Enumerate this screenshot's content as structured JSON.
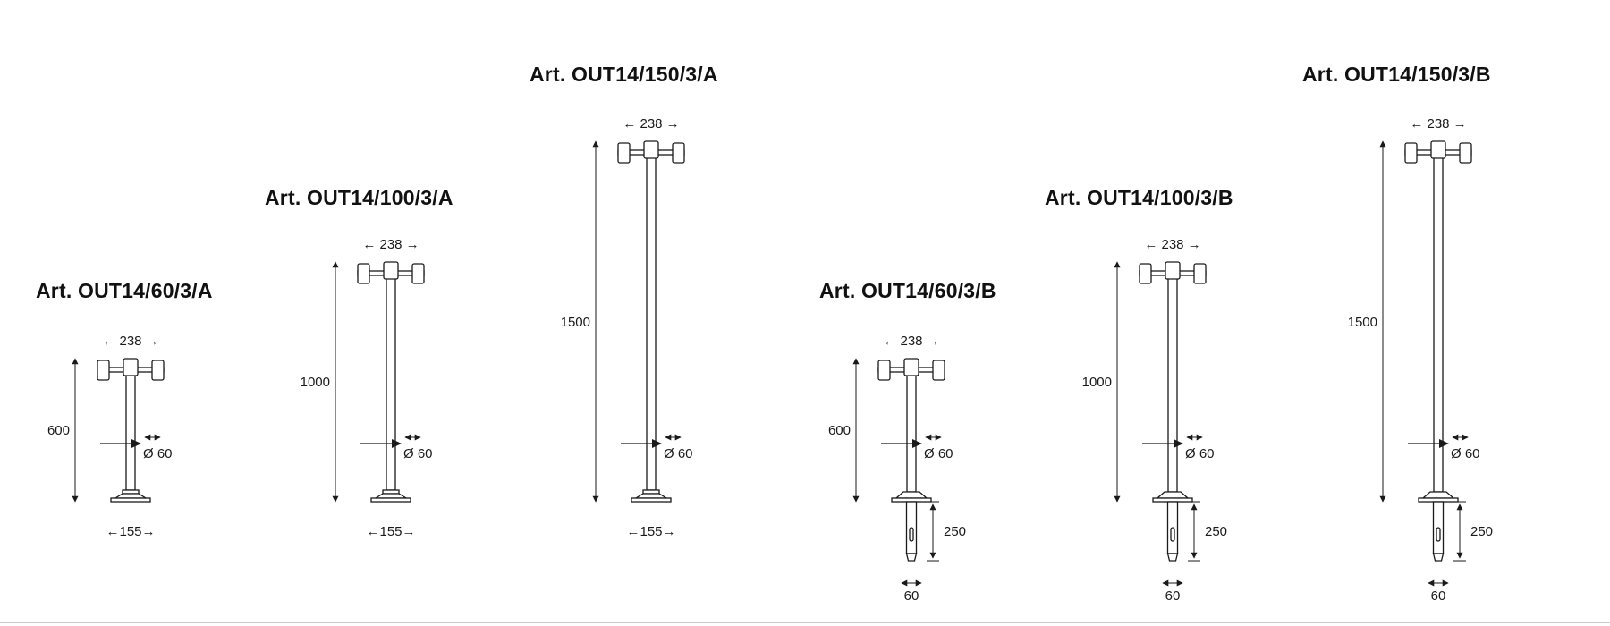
{
  "page": {
    "background": "#ffffff",
    "line_color": "#1a1a1a",
    "divider_color": "#c9c9c9"
  },
  "fixtures": [
    {
      "title": "Art. OUT14/60/3/A",
      "variant": "A",
      "head_width_dim": "← 238 →",
      "height_dim": "600",
      "diameter_dim": "Ø 60",
      "base_width_dim": "←155→"
    },
    {
      "title": "Art. OUT14/100/3/A",
      "variant": "A",
      "head_width_dim": "← 238 →",
      "height_dim": "1000",
      "diameter_dim": "Ø 60",
      "base_width_dim": "←155→"
    },
    {
      "title": "Art. OUT14/150/3/A",
      "variant": "A",
      "head_width_dim": "← 238 →",
      "height_dim": "1500",
      "diameter_dim": "Ø 60",
      "base_width_dim": "←155→"
    },
    {
      "title": "Art. OUT14/60/3/B",
      "variant": "B",
      "head_width_dim": "← 238 →",
      "height_dim": "600",
      "diameter_dim": "Ø 60",
      "spike_depth_dim": "250",
      "spike_width_dim": "60"
    },
    {
      "title": "Art. OUT14/100/3/B",
      "variant": "B",
      "head_width_dim": "← 238 →",
      "height_dim": "1000",
      "diameter_dim": "Ø 60",
      "spike_depth_dim": "250",
      "spike_width_dim": "60"
    },
    {
      "title": "Art. OUT14/150/3/B",
      "variant": "B",
      "head_width_dim": "← 238 →",
      "height_dim": "1500",
      "diameter_dim": "Ø 60",
      "spike_depth_dim": "250",
      "spike_width_dim": "60"
    }
  ]
}
